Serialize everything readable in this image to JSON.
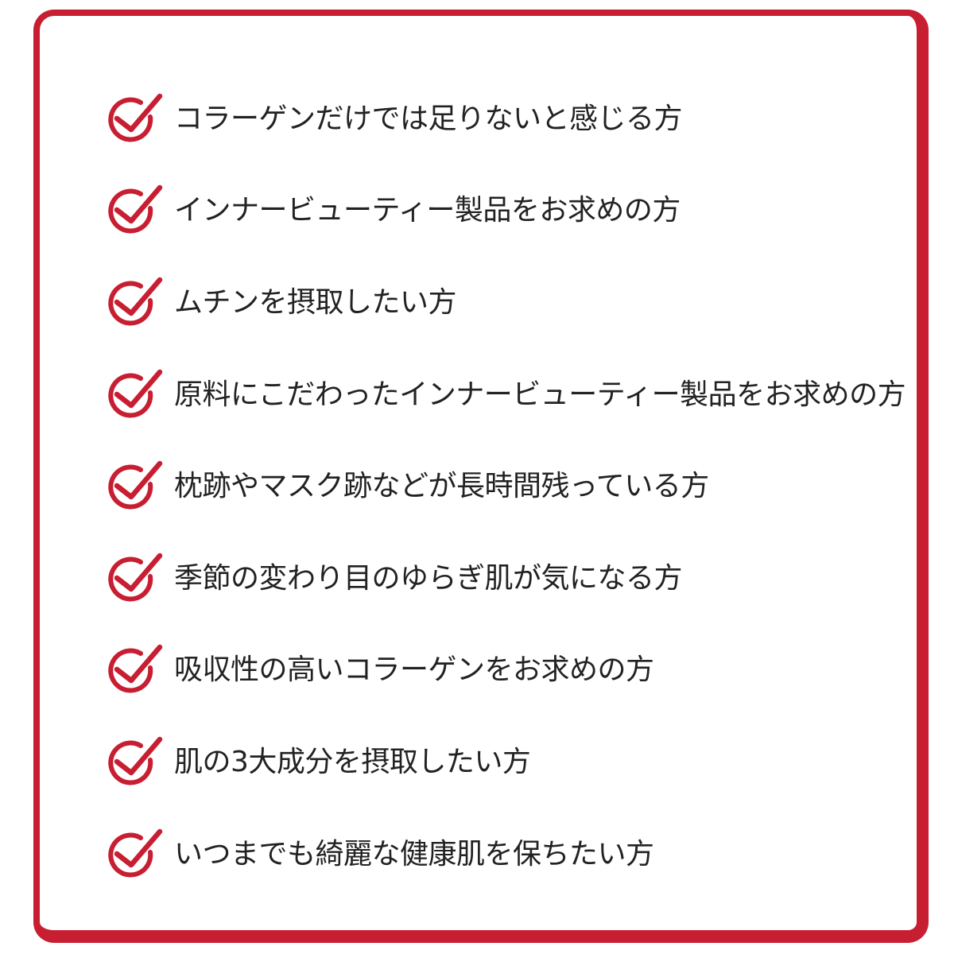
{
  "accent_color": "#c81e32",
  "items": [
    {
      "icon": "check-circle-icon",
      "label": "コラーゲンだけでは足りないと感じる方"
    },
    {
      "icon": "check-circle-icon",
      "label": "インナービューティー製品をお求めの方"
    },
    {
      "icon": "check-circle-icon",
      "label": "ムチンを摂取したい方"
    },
    {
      "icon": "check-circle-icon",
      "label": "原料にこだわったインナービューティー製品をお求めの方"
    },
    {
      "icon": "check-circle-icon",
      "label": "枕跡やマスク跡などが長時間残っている方"
    },
    {
      "icon": "check-circle-icon",
      "label": "季節の変わり目のゆらぎ肌が気になる方"
    },
    {
      "icon": "check-circle-icon",
      "label": "吸収性の高いコラーゲンをお求めの方"
    },
    {
      "icon": "check-circle-icon",
      "label": "肌の3大成分を摂取したい方"
    },
    {
      "icon": "check-circle-icon",
      "label": "いつまでも綺麗な健康肌を保ちたい方"
    }
  ]
}
